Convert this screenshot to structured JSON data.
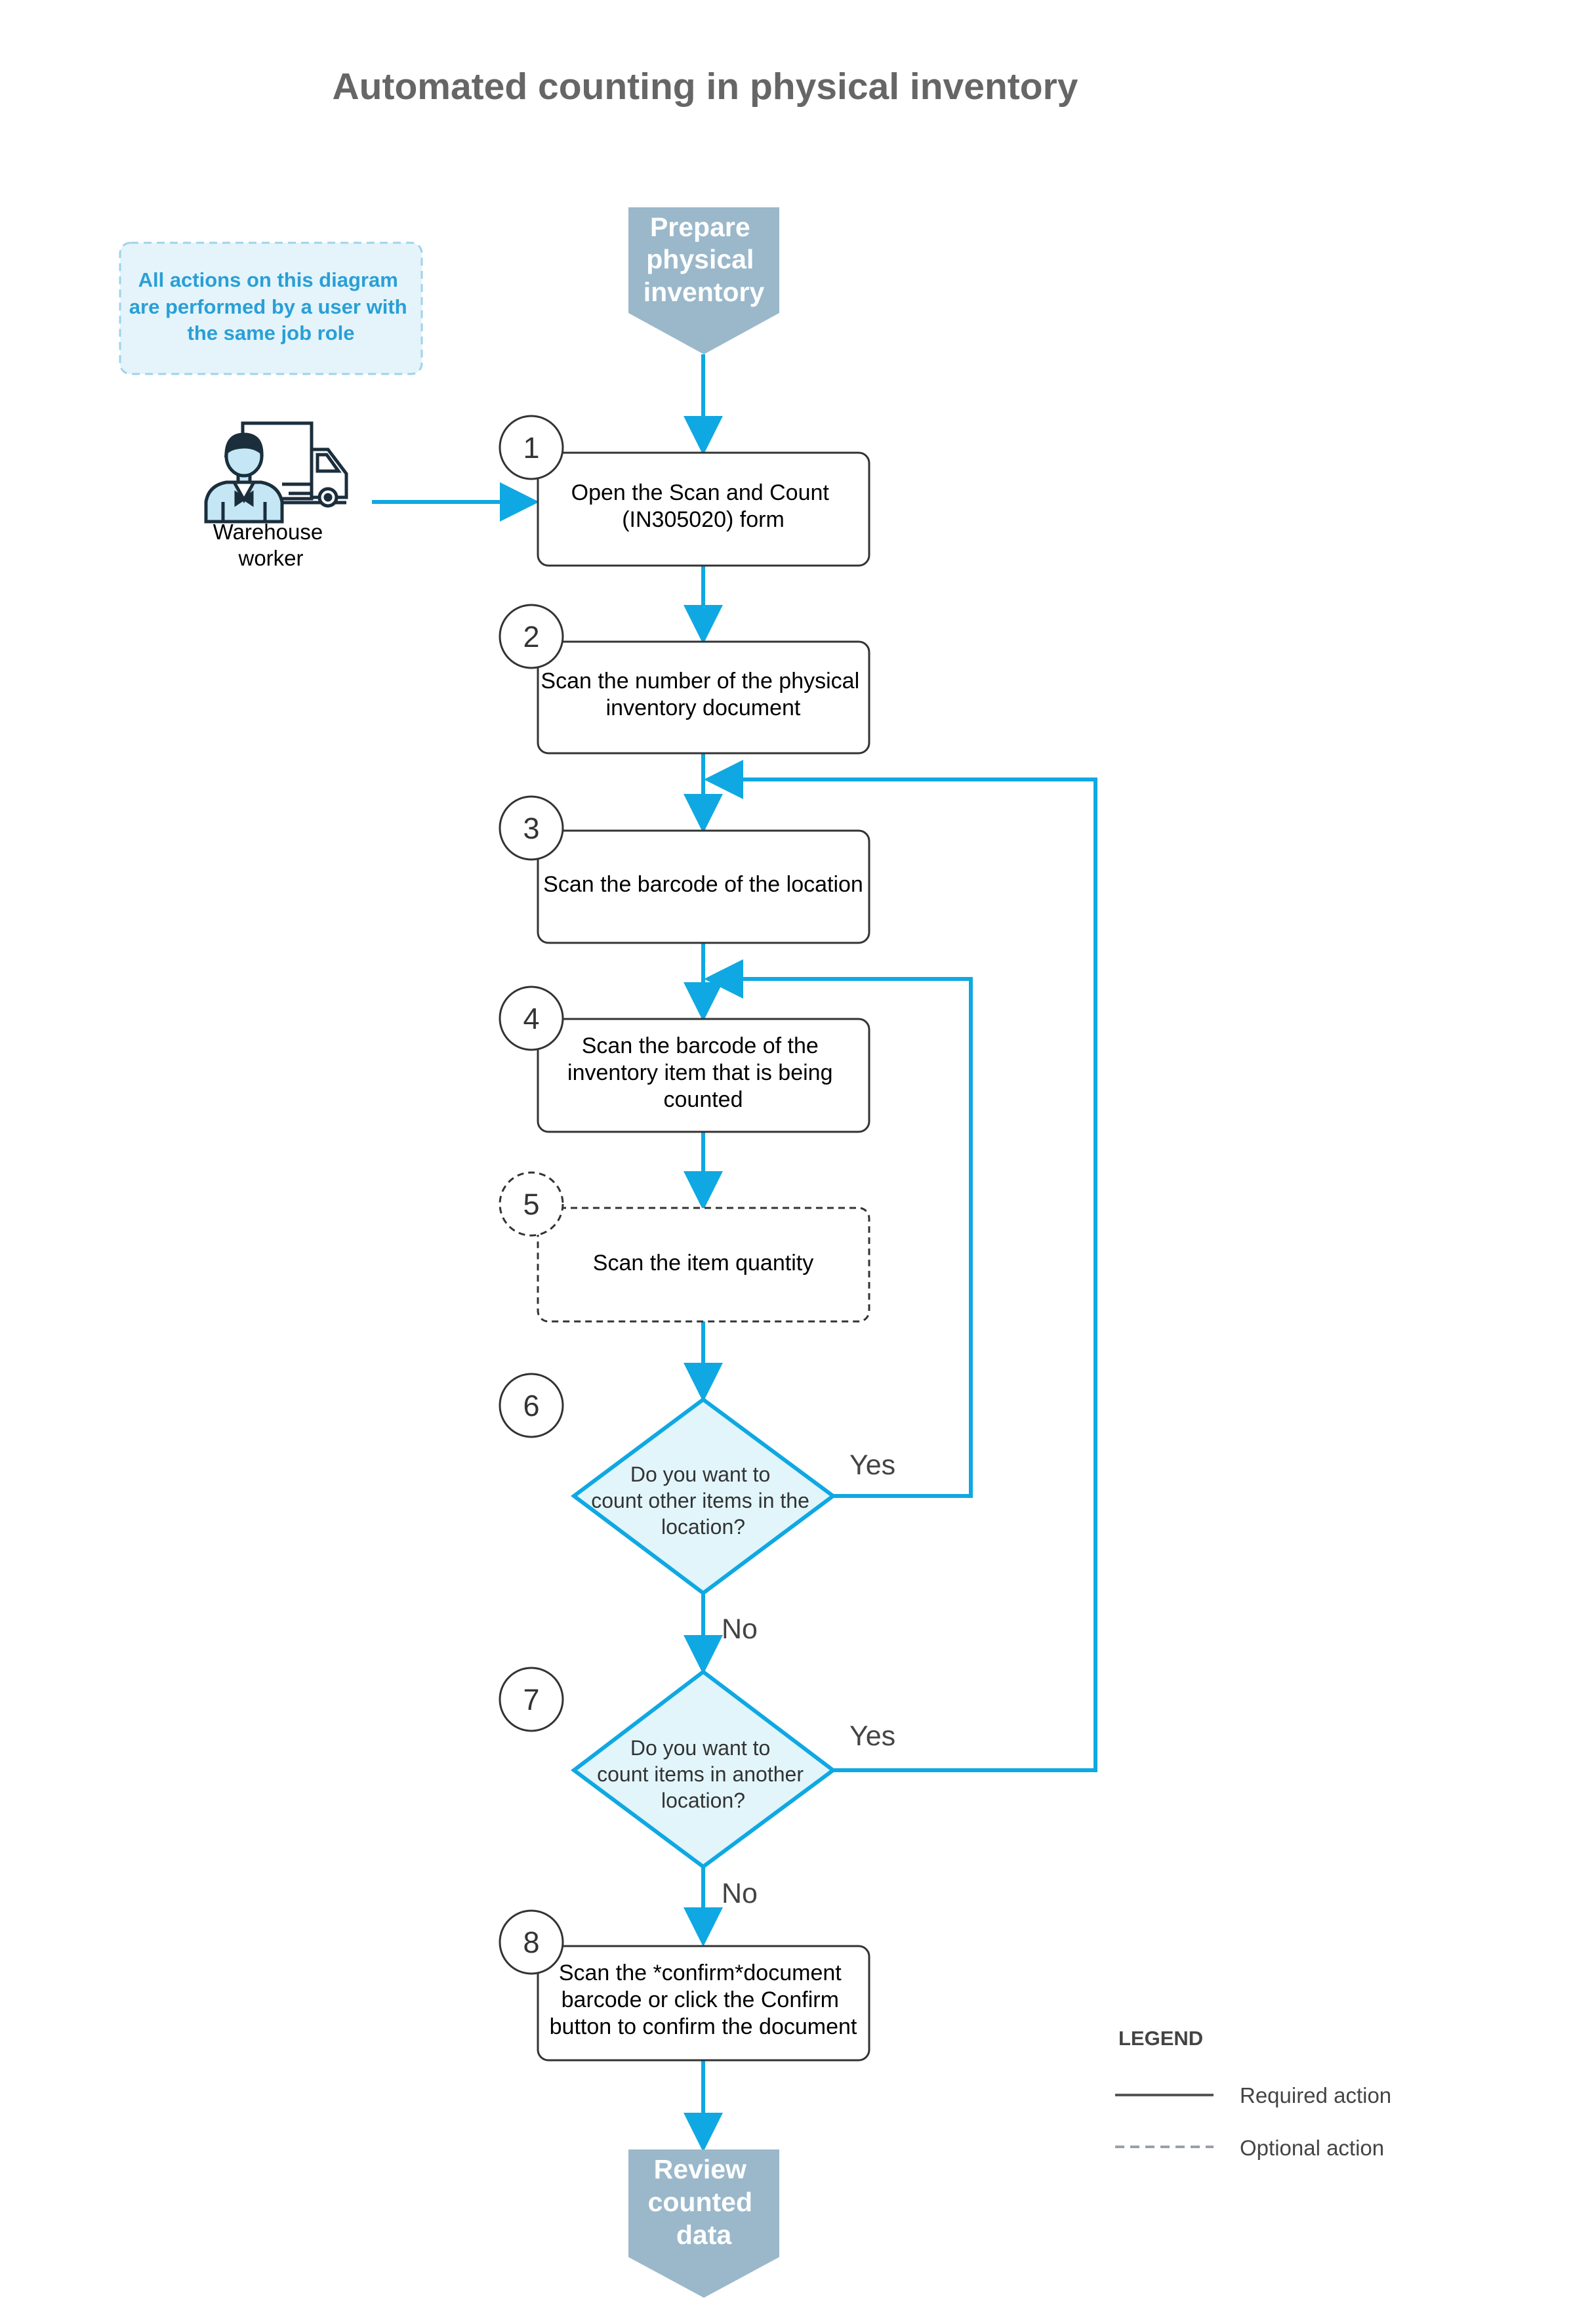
{
  "title": "Automated counting in physical inventory",
  "colors": {
    "connector": "#0fa8e2",
    "terminator": "#9ab8ca",
    "decision_fill": "#e1f5fb",
    "note_fill": "#e4f4fa",
    "note_text": "#2a9fd6",
    "box_border": "#333333"
  },
  "note": {
    "lines": [
      "All actions on this diagram",
      "are performed by a user with",
      "the same job role"
    ]
  },
  "actor": {
    "icon": "warehouse-worker-icon",
    "lines": [
      "Warehouse",
      "worker"
    ]
  },
  "start": {
    "lines": [
      "Prepare",
      "physical",
      "inventory"
    ]
  },
  "end": {
    "lines": [
      "Review",
      "counted",
      "data"
    ]
  },
  "steps": [
    {
      "number": "1",
      "kind": "required",
      "lines": [
        "Open the Scan and Count",
        "(IN305020) form"
      ]
    },
    {
      "number": "2",
      "kind": "required",
      "lines": [
        "Scan the number of the physical",
        "inventory document"
      ]
    },
    {
      "number": "3",
      "kind": "required",
      "lines": [
        "Scan the barcode of the location"
      ]
    },
    {
      "number": "4",
      "kind": "required",
      "lines": [
        "Scan the barcode of the",
        "inventory item that is being",
        "counted"
      ]
    },
    {
      "number": "5",
      "kind": "optional",
      "lines": [
        "Scan the item quantity"
      ]
    },
    {
      "number": "6",
      "kind": "decision",
      "lines": [
        "Do you want to",
        "count other items in the",
        "location?"
      ]
    },
    {
      "number": "7",
      "kind": "decision",
      "lines": [
        "Do you want to",
        "count items in another",
        "location?"
      ]
    },
    {
      "number": "8",
      "kind": "required",
      "lines": [
        "Scan the *confirm*document",
        "barcode or click the Confirm",
        "button to confirm the document"
      ]
    }
  ],
  "branches": {
    "d6_yes": "Yes",
    "d6_no": "No",
    "d7_yes": "Yes",
    "d7_no": "No"
  },
  "legend": {
    "title": "LEGEND",
    "required": "Required action",
    "optional": "Optional action"
  }
}
